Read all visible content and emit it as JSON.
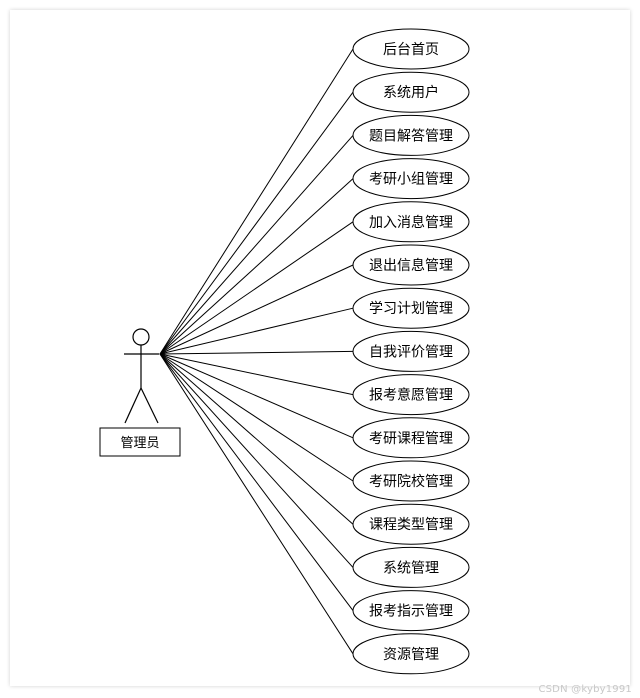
{
  "actor": {
    "label": "管理员"
  },
  "use_cases": [
    "后台首页",
    "系统用户",
    "题目解答管理",
    "考研小组管理",
    "加入消息管理",
    "退出信息管理",
    "学习计划管理",
    "自我评价管理",
    "报考意愿管理",
    "考研课程管理",
    "考研院校管理",
    "课程类型管理",
    "系统管理",
    "报考指示管理",
    "资源管理"
  ],
  "watermark": "CSDN @kyby1991"
}
